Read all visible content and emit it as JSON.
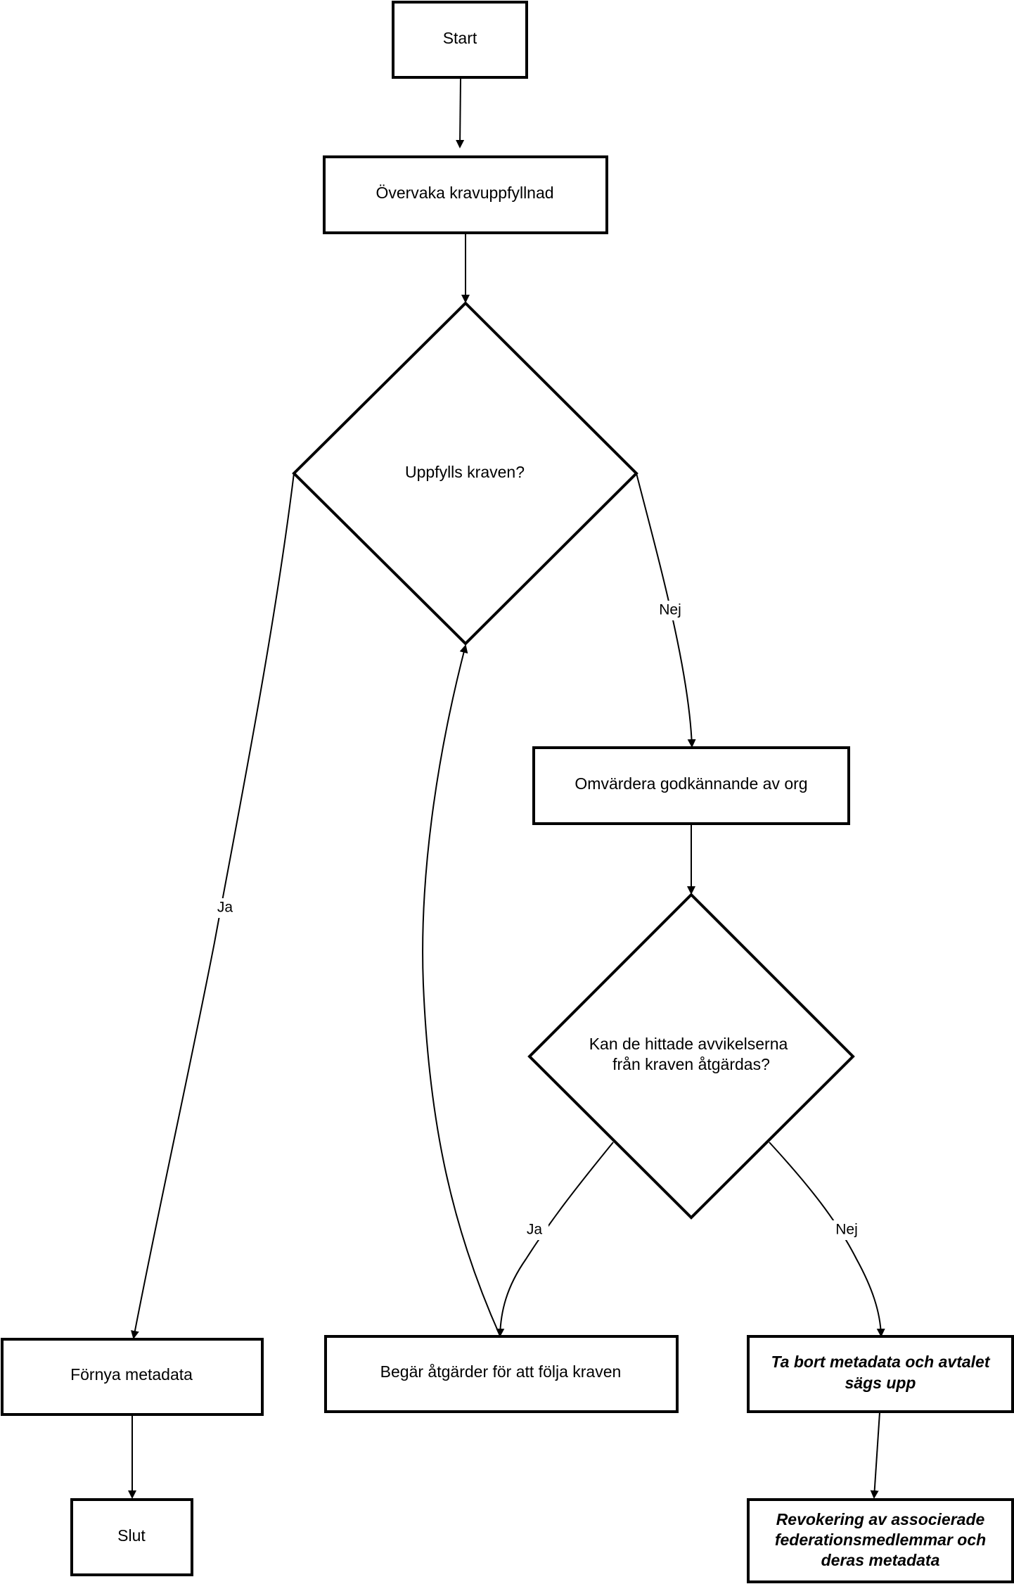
{
  "nodes": {
    "start": "Start",
    "monitor": "Övervaka kravuppfyllnad",
    "decision_met": "Uppfylls kraven?",
    "reassess": "Omvärdera godkännande av org",
    "decision_fixable_line1": "Kan de hittade avvikelserna",
    "decision_fixable_line2": "från kraven åtgärdas?",
    "renew": "Förnya metadata",
    "request_actions": "Begär åtgärder för att följa kraven",
    "remove_line1": "Ta bort metadata och avtalet",
    "remove_line2": "sägs upp",
    "end": "Slut",
    "revoke_line1": "Revokering av associerade",
    "revoke_line2": "federationsmedlemmar och",
    "revoke_line3": "deras metadata"
  },
  "edge_labels": {
    "met_yes": "Ja",
    "met_no": "Nej",
    "fixable_yes": "Ja",
    "fixable_no": "Nej"
  }
}
